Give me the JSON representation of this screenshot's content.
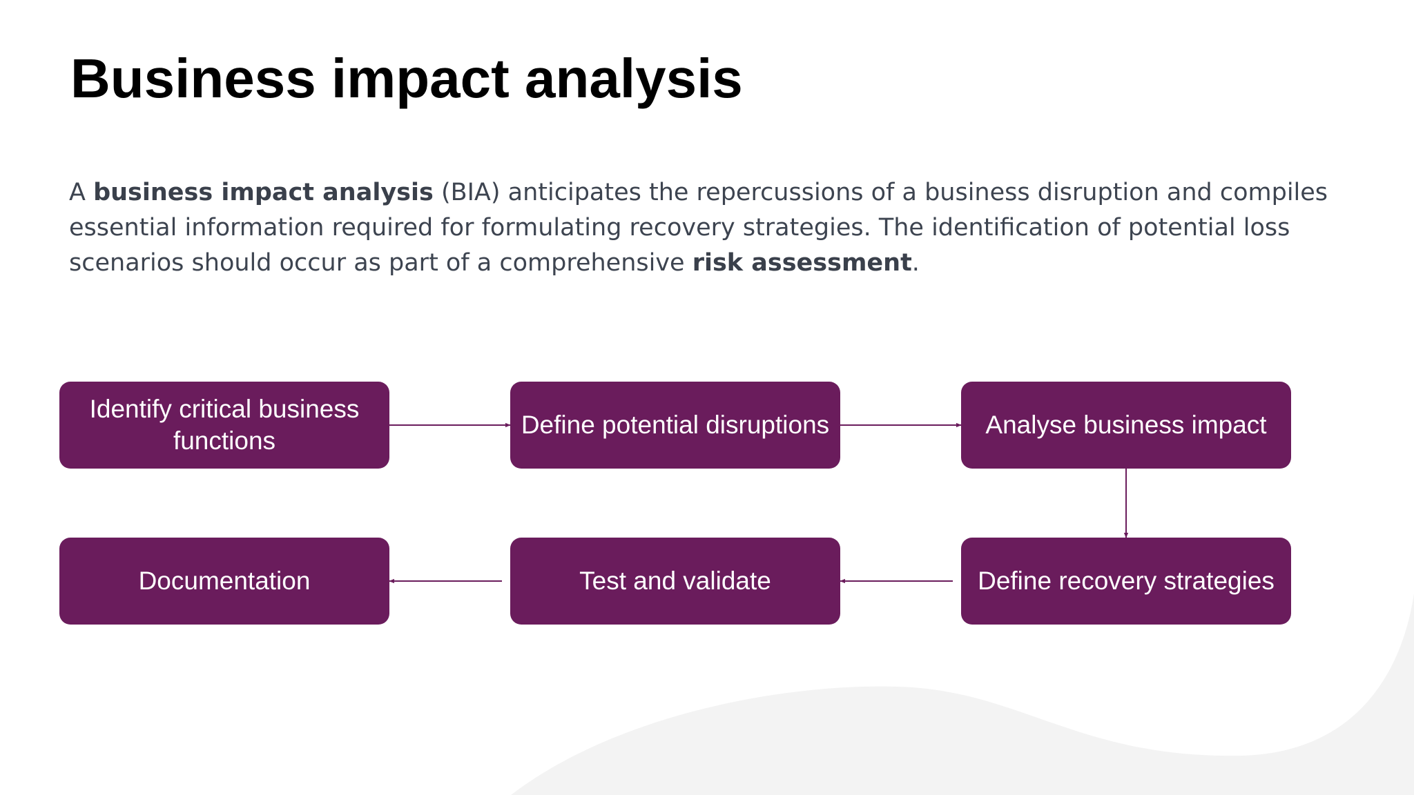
{
  "slide": {
    "title": "Business impact analysis",
    "intro": {
      "t1": "A ",
      "b1": "business impact analysis",
      "t2": " (BIA) anticipates the repercussions of a business disruption and compiles essential information required for formulating recovery strategies. The identification of potential loss scenarios should occur as part of a comprehensive ",
      "b2": "risk assessment",
      "t3": "."
    }
  },
  "process": {
    "steps": [
      {
        "id": "identify",
        "label": "Identify critical business functions"
      },
      {
        "id": "define-disruptions",
        "label": "Define potential disruptions"
      },
      {
        "id": "analyse",
        "label": "Analyse business impact"
      },
      {
        "id": "define-recovery",
        "label": "Define recovery strategies"
      },
      {
        "id": "test",
        "label": "Test and validate"
      },
      {
        "id": "documentation",
        "label": "Documentation"
      }
    ],
    "flow": [
      [
        "identify",
        "define-disruptions"
      ],
      [
        "define-disruptions",
        "analyse"
      ],
      [
        "analyse",
        "define-recovery"
      ],
      [
        "define-recovery",
        "test"
      ],
      [
        "test",
        "documentation"
      ]
    ]
  },
  "colors": {
    "box": "#6a1c5c",
    "connector": "#6a1c5c",
    "wave": "#f3f3f3"
  }
}
